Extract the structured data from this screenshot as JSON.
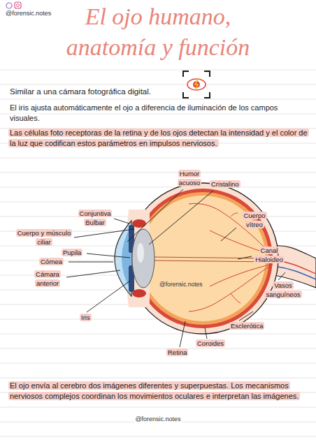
{
  "diagram": {
    "title": "El ojo humano, anatomía y función",
    "labels": [
      "@forensic.notes",
      "Similar a una cámara fotográfica digital.",
      "El iris ajusta automáticamente el ojo a diferencia de iluminación de los campos visuales.",
      "Las células foto receptoras de la retina y de los ojos detectan la intensidad y el color de la luz que codifican estos parámetros en impulsos nerviosos.",
      "Humor acuoso",
      "Cristalino",
      "Conjuntiva Bulbar",
      "Cuerpo vítreo",
      "Cuerpo y músculo ciliar",
      "Pupila",
      "Córnea",
      "Canal Hialoideo",
      "Cámara anterior",
      "Vasos sanguíneos",
      "@forensic.notes",
      "Iris",
      "Esclerótica",
      "Coroides",
      "Retina",
      "El ojo envía al cerebro dos imágenes diferentes y superpuestas. Los mecanismos nerviosos complejos coordinan los movimientos oculares e interpretan las imágenes.",
      "@forensic.notes"
    ]
  }
}
